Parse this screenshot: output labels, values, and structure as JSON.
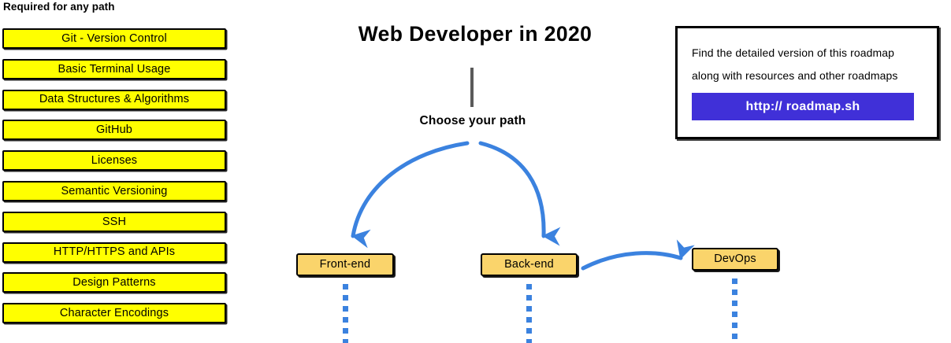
{
  "page": {
    "title": "Web Developer in 2020",
    "background_color": "#ffffff"
  },
  "colors": {
    "required_box_fill": "#ffff00",
    "path_box_fill": "#fad46b",
    "arrow_blue": "#3b82df",
    "link_button_purple": "#4030d8",
    "stem_gray": "#5a5a5a",
    "outline_black": "#000000"
  },
  "required_section": {
    "heading": "Required for any path",
    "items": [
      {
        "label": "Git - Version Control"
      },
      {
        "label": "Basic Terminal Usage"
      },
      {
        "label": "Data Structures & Algorithms"
      },
      {
        "label": "GitHub"
      },
      {
        "label": "Licenses"
      },
      {
        "label": "Semantic Versioning"
      },
      {
        "label": "SSH"
      },
      {
        "label": "HTTP/HTTPS and APIs"
      },
      {
        "label": "Design Patterns"
      },
      {
        "label": "Character Encodings"
      }
    ]
  },
  "center": {
    "title": "Web Developer in 2020",
    "choose_path_label": "Choose your path",
    "paths": [
      {
        "label": "Front-end"
      },
      {
        "label": "Back-end"
      },
      {
        "label": "DevOps"
      }
    ]
  },
  "info_card": {
    "line_1": "Find the detailed version of this roadmap",
    "line_2": "along with resources and other roadmaps",
    "link_label": "http:// roadmap.sh"
  }
}
